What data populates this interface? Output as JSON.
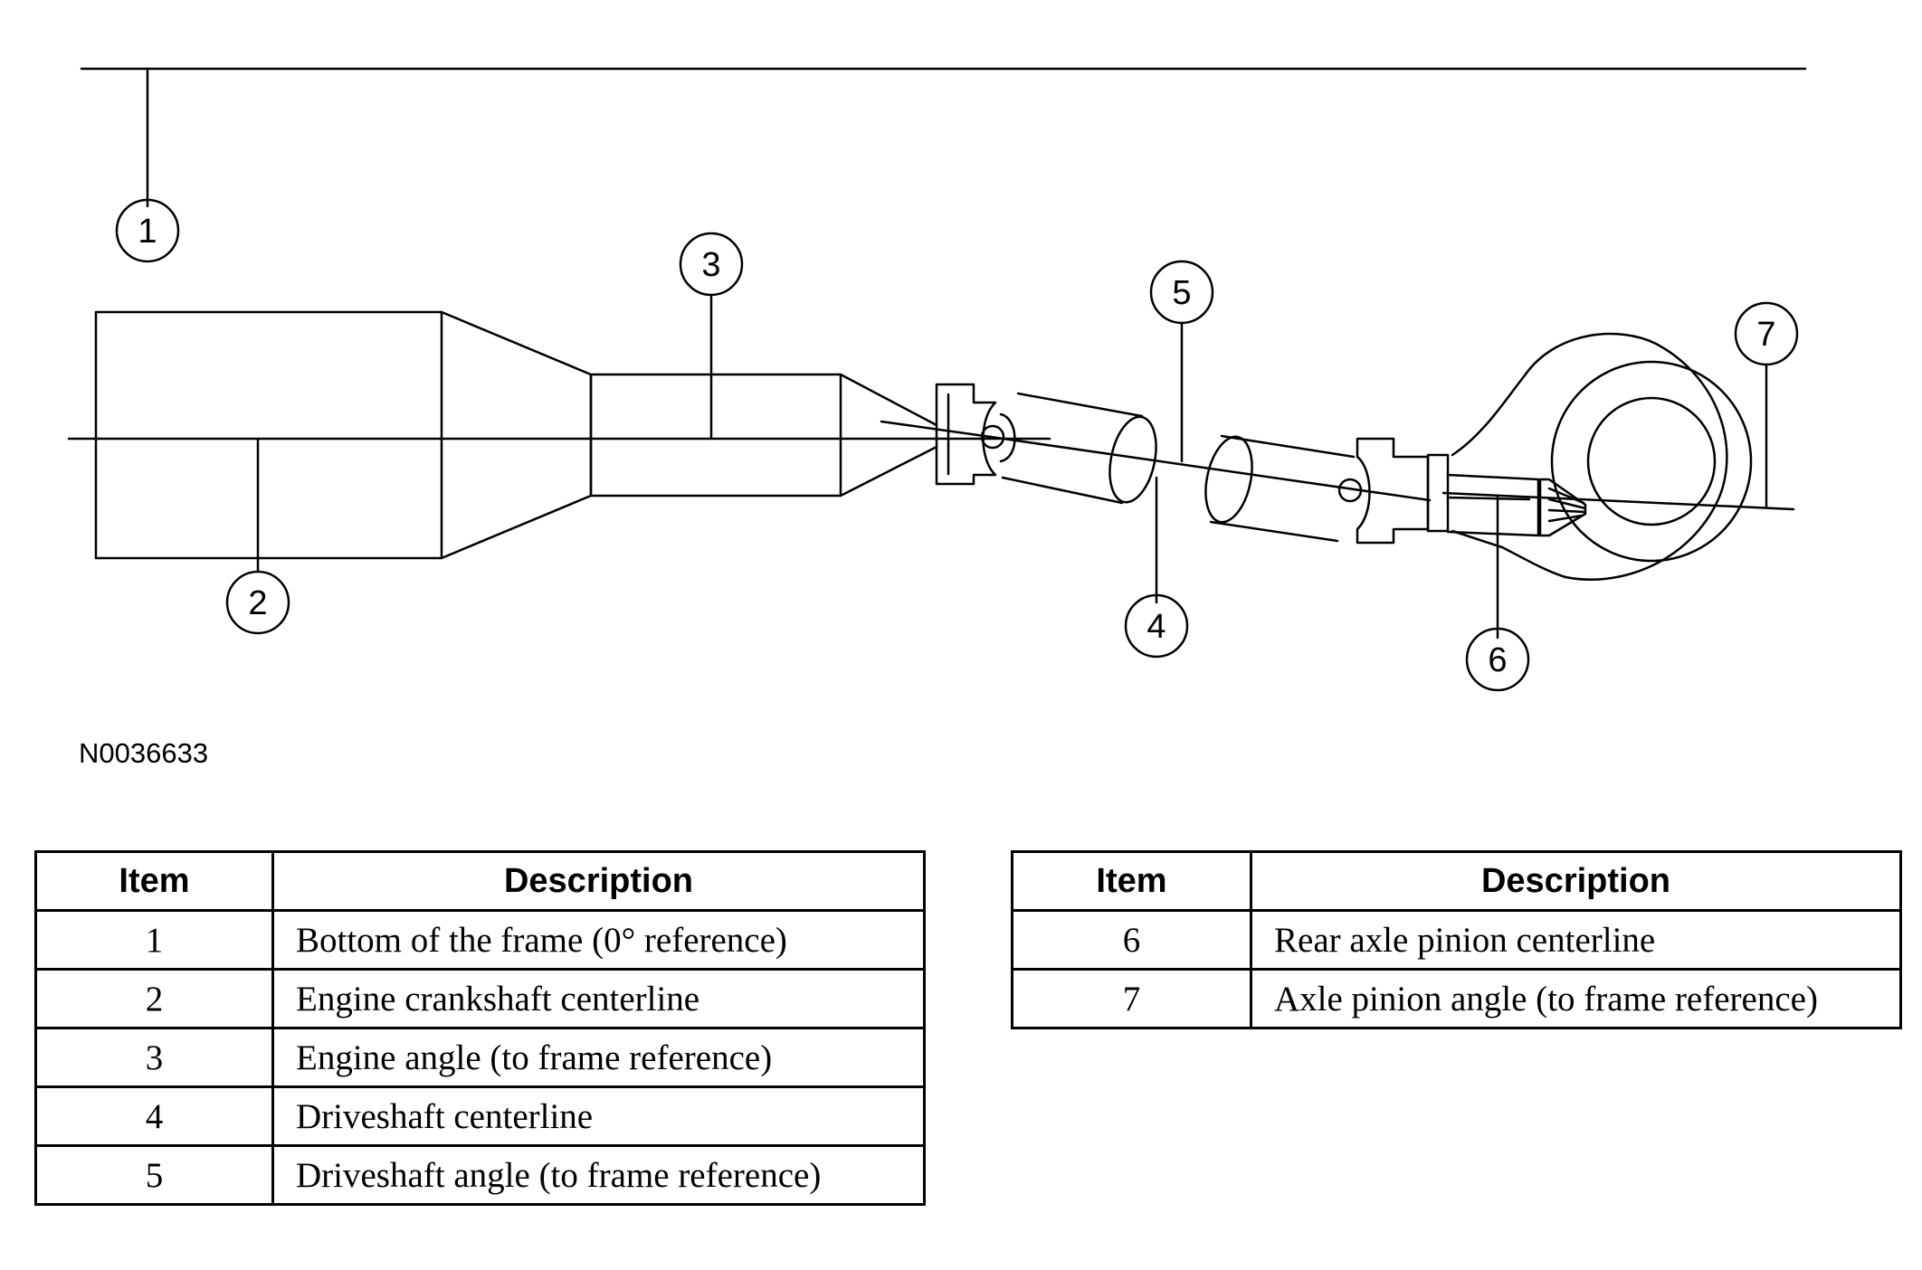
{
  "figure_id": "N0036633",
  "callouts": [
    "1",
    "2",
    "3",
    "4",
    "5",
    "6",
    "7"
  ],
  "tables": [
    {
      "headers": {
        "item": "Item",
        "description": "Description"
      },
      "rows": [
        {
          "item": "1",
          "description": "Bottom of the frame (0° reference)"
        },
        {
          "item": "2",
          "description": "Engine crankshaft centerline"
        },
        {
          "item": "3",
          "description": "Engine angle (to frame reference)"
        },
        {
          "item": "4",
          "description": "Driveshaft centerline"
        },
        {
          "item": "5",
          "description": "Driveshaft angle (to frame reference)"
        }
      ]
    },
    {
      "headers": {
        "item": "Item",
        "description": "Description"
      },
      "rows": [
        {
          "item": "6",
          "description": "Rear axle pinion centerline"
        },
        {
          "item": "7",
          "description": "Axle pinion angle (to frame reference)"
        }
      ]
    }
  ]
}
